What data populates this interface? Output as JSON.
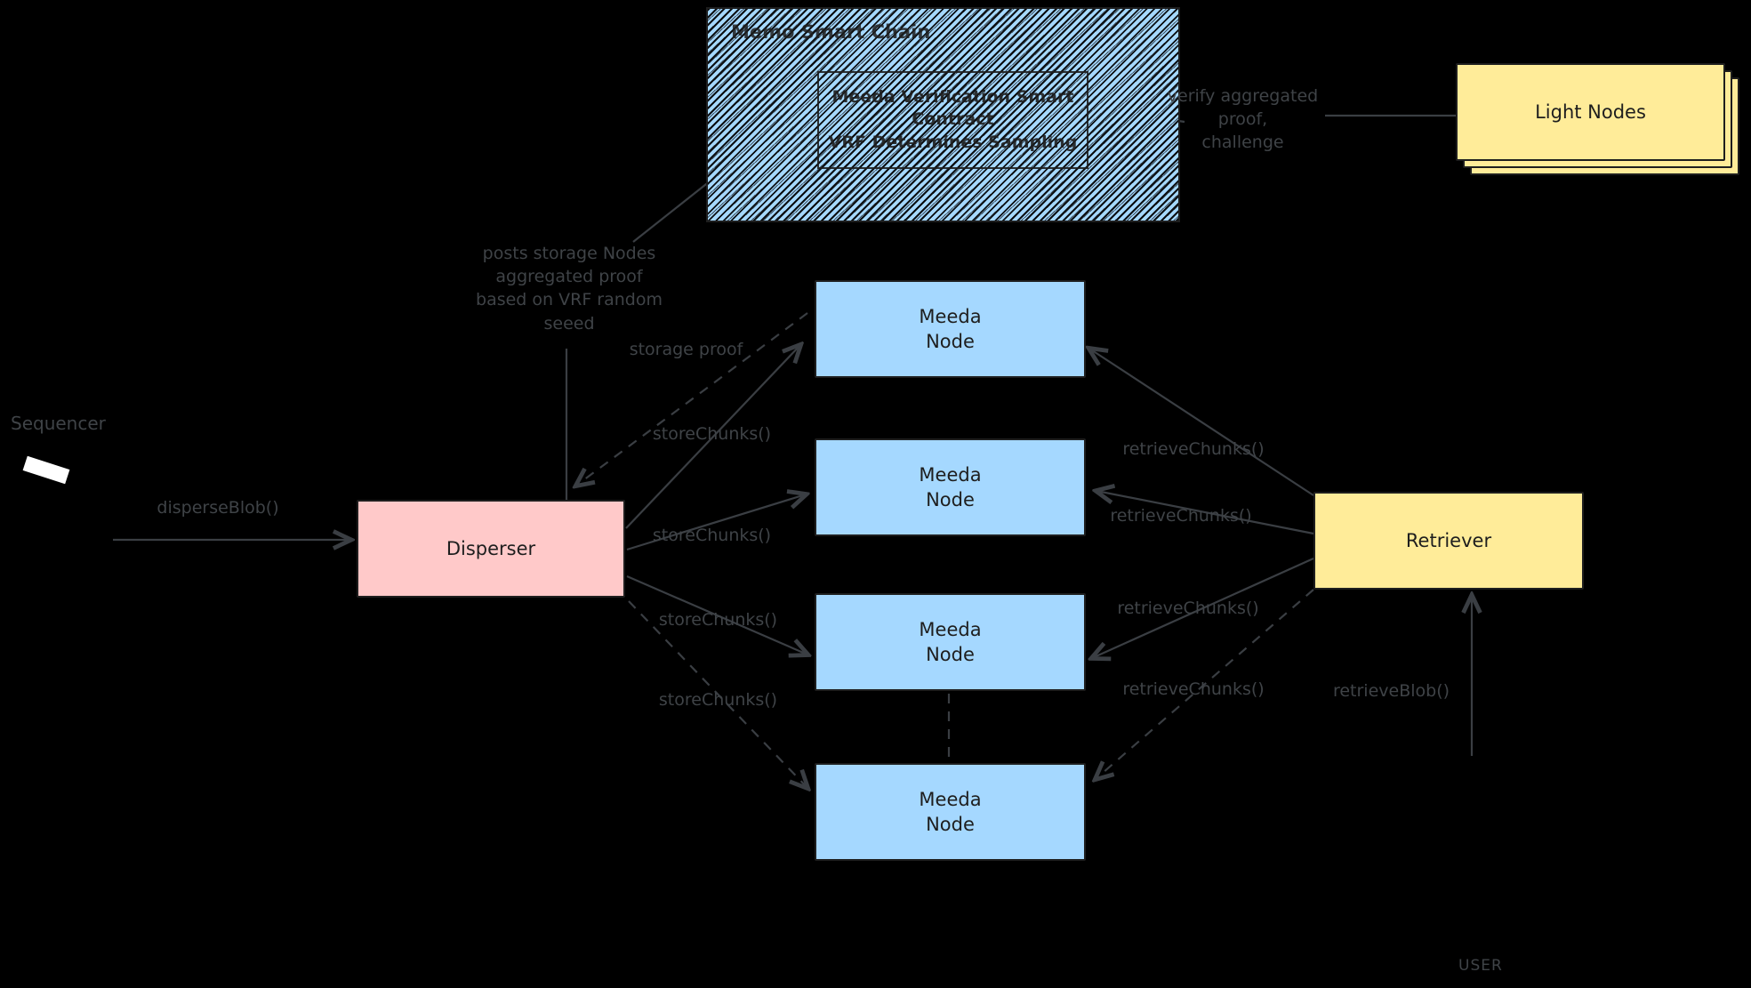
{
  "colors": {
    "background": "#000000",
    "line": "#3a3e43",
    "label": "#3f4347",
    "box_stroke": "#1e1e1e",
    "box_text": "#1e1e1e",
    "blue_fill": "#a5d8ff",
    "pink_fill": "#ffc9c9",
    "yellow_fill": "#ffec99",
    "white": "#ffffff"
  },
  "chain": {
    "title": "Memo Smart Chain",
    "contract": "Meeda Verification Smart\nContract\nVRF Determines Sampling"
  },
  "light_nodes": "Light Nodes",
  "sequencer": "Sequencer",
  "disperser": "Disperser",
  "meeda_node": "Meeda\nNode",
  "retriever": "Retriever",
  "user": "USER",
  "edge_labels": {
    "disperse_blob": "disperseBlob()",
    "posts_proof": "posts storage Nodes\naggregated proof\nbased on VRF random\nseeed",
    "storage_proof": "storage proof",
    "store_chunks": "storeChunks()",
    "retrieve_chunks": "retrieveChunks()",
    "verify_proof": "verify aggregated proof,\nchallenge",
    "retrieve_blob": "retrieveBlob()"
  }
}
